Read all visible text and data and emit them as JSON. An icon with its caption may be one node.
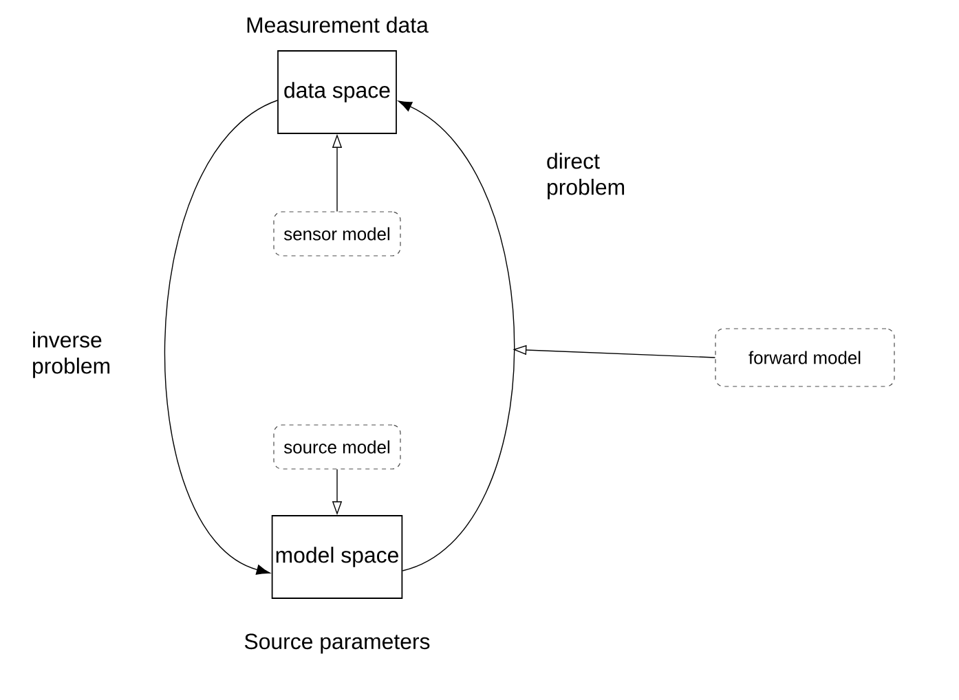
{
  "diagram": {
    "nodes": [
      {
        "text": [
          "data space"
        ],
        "beside": [
          "Measurement data"
        ]
      },
      {
        "text": [
          "sensor model"
        ]
      },
      {
        "text": [
          "source model"
        ]
      },
      {
        "text": [
          "model space"
        ],
        "beside": [
          "Source parameters"
        ]
      },
      {
        "text": [
          "forward model"
        ]
      }
    ],
    "edges": [
      {
        "from": 0,
        "to": 3,
        "arrow": "to",
        "label": "inverse problem"
      },
      {
        "from": 3,
        "to": 0,
        "arrow": "to",
        "label": "direct problem"
      },
      {
        "from": 1,
        "to": 0,
        "arrow": "to"
      },
      {
        "from": 2,
        "to": 3,
        "arrow": "to"
      },
      {
        "from": 4,
        "to": null,
        "arrow": "to"
      }
    ]
  }
}
